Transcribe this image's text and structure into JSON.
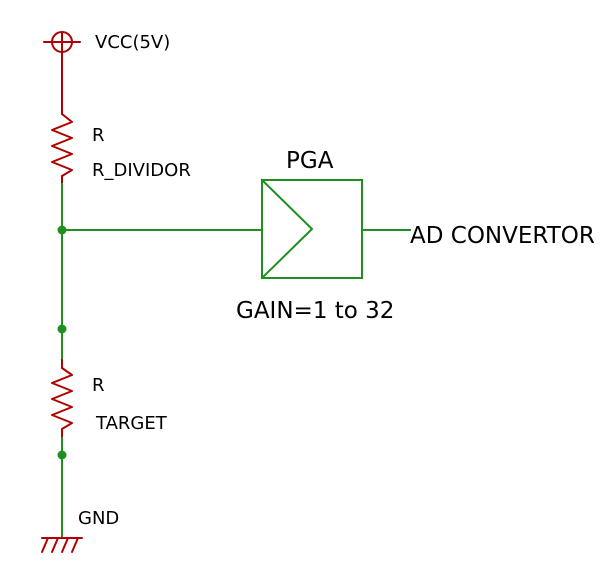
{
  "power": {
    "label": "VCC(5V)"
  },
  "resistors": [
    {
      "ref": "R",
      "value": "R_DIVIDOR"
    },
    {
      "ref": "R",
      "value": "TARGET"
    }
  ],
  "amplifier": {
    "title": "PGA",
    "gain": "GAIN=1 to 32"
  },
  "output": {
    "label": "AD CONVERTOR"
  },
  "ground": {
    "label": "GND"
  },
  "colors": {
    "wire": "#1f8f1f",
    "component": "#b00000",
    "text": "#000000",
    "background": "#ffffff"
  }
}
